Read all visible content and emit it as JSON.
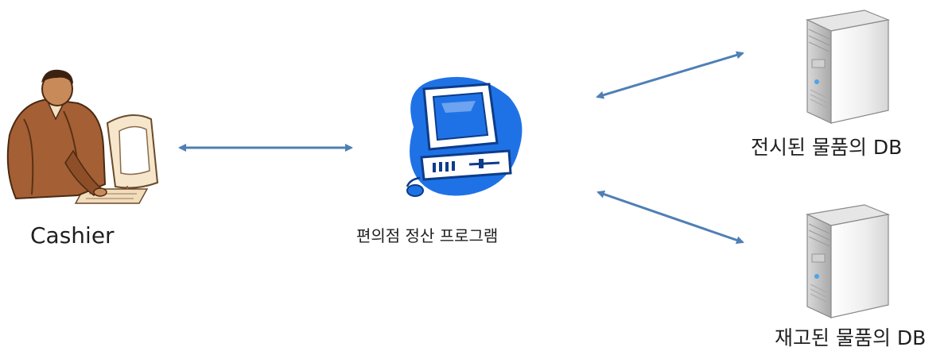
{
  "nodes": {
    "cashier": {
      "label": "Cashier",
      "icon": "cashier-person-icon"
    },
    "program": {
      "label": "편의점 정산 프로그램",
      "icon": "computer-icon"
    },
    "db_display": {
      "label": "전시된 물품의 DB",
      "icon": "server-icon"
    },
    "db_stock": {
      "label": "재고된 물품의 DB",
      "icon": "server-icon"
    }
  },
  "edges": [
    {
      "from": "cashier",
      "to": "program",
      "direction": "both"
    },
    {
      "from": "program",
      "to": "db_display",
      "direction": "both"
    },
    {
      "from": "program",
      "to": "db_stock",
      "direction": "both"
    }
  ],
  "colors": {
    "arrow": "#4f7fb5",
    "computer": "#1f72e6",
    "server_light": "#f2f2f2",
    "server_dark": "#bdbdbd"
  }
}
